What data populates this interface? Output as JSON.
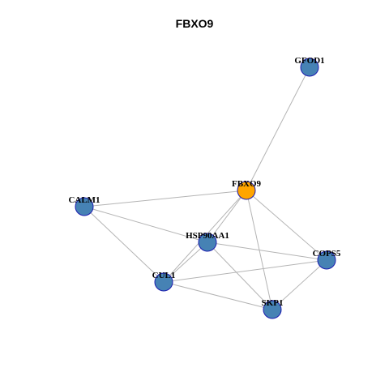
{
  "title": "FBXO9",
  "colors": {
    "focus_fill": "#FFA500",
    "node_fill": "#4682B4",
    "node_stroke": "#1C1CB0",
    "focus_stroke": "#1C1CB0",
    "edge": "#B4B4B4"
  },
  "network": {
    "focus": "FBXO9",
    "nodes": [
      {
        "id": "GFOD1",
        "label": "GFOD1"
      },
      {
        "id": "FBXO9",
        "label": "FBXO9"
      },
      {
        "id": "CALM1",
        "label": "CALM1"
      },
      {
        "id": "HSP90AA1",
        "label": "HSP90AA1"
      },
      {
        "id": "COPS5",
        "label": "COPS5"
      },
      {
        "id": "CUL1",
        "label": "CUL1"
      },
      {
        "id": "SKP1",
        "label": "SKP1"
      }
    ],
    "edges": [
      [
        "GFOD1",
        "FBXO9"
      ],
      [
        "FBXO9",
        "CALM1"
      ],
      [
        "FBXO9",
        "HSP90AA1"
      ],
      [
        "FBXO9",
        "CUL1"
      ],
      [
        "FBXO9",
        "SKP1"
      ],
      [
        "FBXO9",
        "COPS5"
      ],
      [
        "CALM1",
        "HSP90AA1"
      ],
      [
        "CALM1",
        "CUL1"
      ],
      [
        "HSP90AA1",
        "CUL1"
      ],
      [
        "HSP90AA1",
        "SKP1"
      ],
      [
        "HSP90AA1",
        "COPS5"
      ],
      [
        "CUL1",
        "COPS5"
      ],
      [
        "CUL1",
        "SKP1"
      ],
      [
        "SKP1",
        "COPS5"
      ]
    ]
  }
}
